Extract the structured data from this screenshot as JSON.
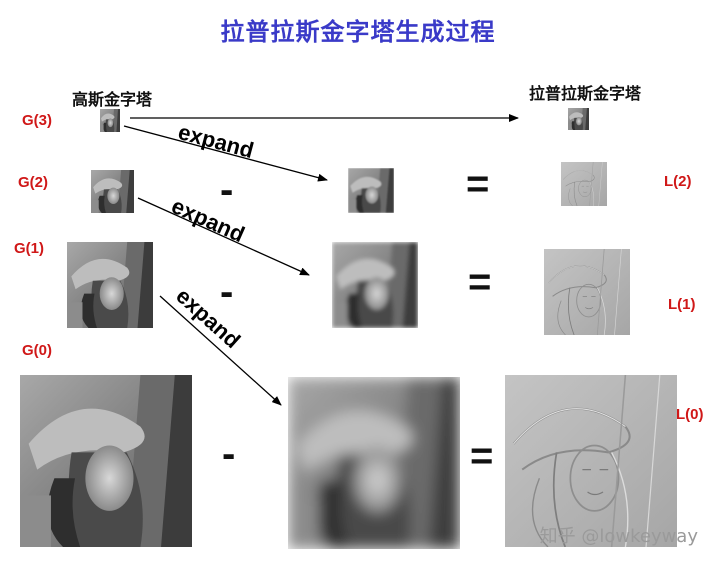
{
  "title": "拉普拉斯金字塔生成过程",
  "headers": {
    "gaussian": "高斯金字塔",
    "laplacian": "拉普拉斯金字塔"
  },
  "levels": {
    "g3": "G(3)",
    "g2": "G(2)",
    "g1": "G(1)",
    "g0": "G(0)",
    "l2": "L(2)",
    "l1": "L(1)",
    "l0": "L(0)"
  },
  "operators": {
    "minus": "-",
    "equals": "="
  },
  "arrow_label": "expand",
  "watermark": "知乎 @lowkeyway"
}
